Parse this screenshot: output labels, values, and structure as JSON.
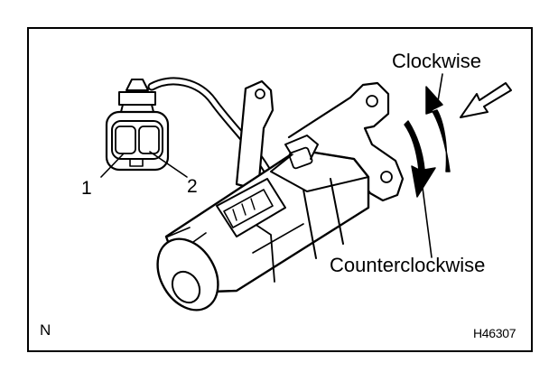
{
  "labels": {
    "clockwise": "Clockwise",
    "counterclockwise": "Counterclockwise",
    "pin_1": "1",
    "pin_2": "2",
    "view_letter": "N",
    "figure_code": "H46307"
  },
  "colors": {
    "ink": "#000000",
    "paper": "#ffffff"
  }
}
